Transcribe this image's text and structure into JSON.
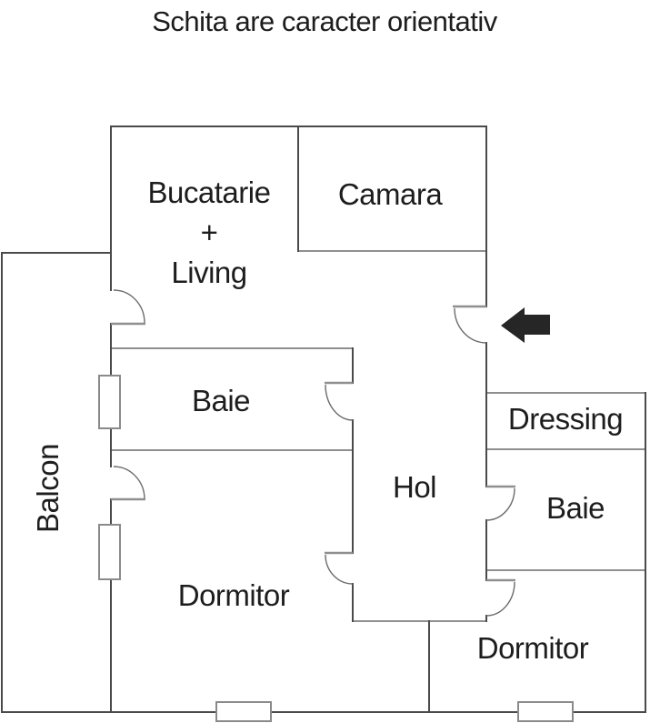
{
  "title": "Schita are caracter orientativ",
  "rooms": {
    "bucatarie_living": {
      "line1": "Bucatarie",
      "line2": "+",
      "line3": "Living"
    },
    "camara": {
      "label": "Camara"
    },
    "balcon": {
      "label": "Balcon"
    },
    "baie_left": {
      "label": "Baie"
    },
    "hol": {
      "label": "Hol"
    },
    "dressing": {
      "label": "Dressing"
    },
    "baie_right": {
      "label": "Baie"
    },
    "dormitor_left": {
      "label": "Dormitor"
    },
    "dormitor_right": {
      "label": "Dormitor"
    }
  },
  "icons": {
    "entrance_arrow": "left-arrow"
  },
  "colors": {
    "wall": "#4a4a4a",
    "partition": "#8f8f8f",
    "window_frame": "#8a8a8a",
    "text": "#1d1d1d",
    "arrow": "#262626",
    "background": "#ffffff"
  }
}
